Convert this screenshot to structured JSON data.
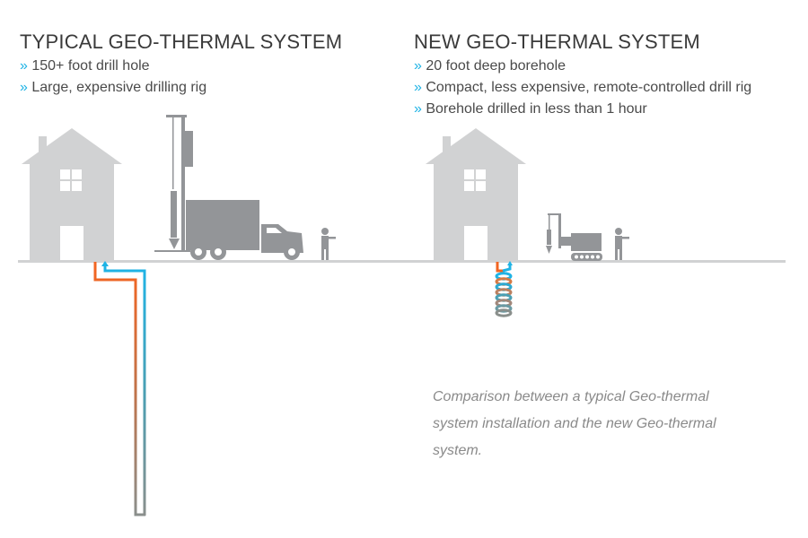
{
  "left": {
    "title": "TYPICAL GEO-THERMAL SYSTEM",
    "bullets": [
      "150+ foot drill hole",
      "Large, expensive drilling rig"
    ]
  },
  "right": {
    "title": "NEW GEO-THERMAL SYSTEM",
    "bullets": [
      "20 foot deep borehole",
      "Compact, less expensive, remote-controlled drill rig",
      "Borehole drilled in less than 1 hour"
    ]
  },
  "caption": "Comparison between a typical Geo-thermal system installation and the new Geo-thermal system.",
  "colors": {
    "house": "#d1d2d3",
    "machine": "#939598",
    "hot": "#f26522",
    "cold": "#1fb3e5",
    "ground": "#d1d2d3"
  }
}
